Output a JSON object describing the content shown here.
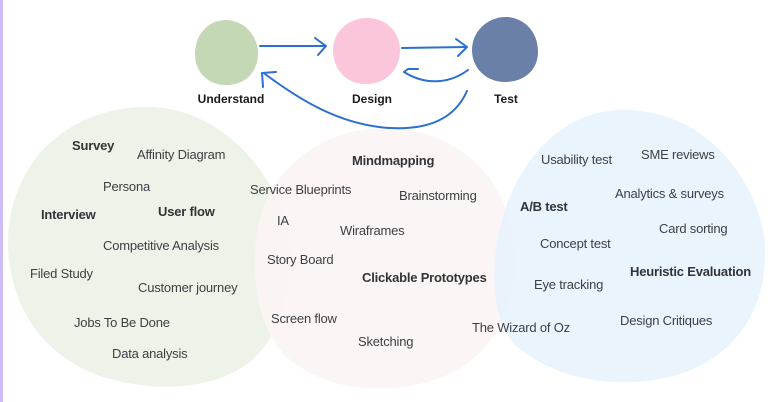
{
  "colors": {
    "understand": "#c4d8b6",
    "design": "#fbc6dc",
    "test": "#6b80a8",
    "arrow": "#2a6fd2",
    "understand_zone": "#edf3e8",
    "design_zone": "#fcf3f3",
    "test_zone": "#e8f3fd",
    "text": "#3d3f44"
  },
  "stages": [
    {
      "id": "understand",
      "label": "Understand"
    },
    {
      "id": "design",
      "label": "Design"
    },
    {
      "id": "test",
      "label": "Test"
    }
  ],
  "flow": [
    {
      "from": "Understand",
      "to": "Design",
      "type": "forward"
    },
    {
      "from": "Design",
      "to": "Test",
      "type": "forward"
    },
    {
      "from": "Test",
      "to": "Design",
      "type": "feedback"
    },
    {
      "from": "Test",
      "to": "Understand",
      "type": "feedback"
    }
  ],
  "zones": {
    "understand": {
      "methods": [
        {
          "label": "Survey",
          "bold": true
        },
        {
          "label": "Affinity Diagram",
          "bold": false
        },
        {
          "label": "Persona",
          "bold": false
        },
        {
          "label": "Interview",
          "bold": true
        },
        {
          "label": "User flow",
          "bold": true
        },
        {
          "label": "Competitive Analysis",
          "bold": false
        },
        {
          "label": "Filed Study",
          "bold": false
        },
        {
          "label": "Customer journey",
          "bold": false
        },
        {
          "label": "Jobs To Be Done",
          "bold": false
        },
        {
          "label": "Data analysis",
          "bold": false
        }
      ]
    },
    "design": {
      "methods": [
        {
          "label": "Mindmapping",
          "bold": true
        },
        {
          "label": "Service Blueprints",
          "bold": false
        },
        {
          "label": "Brainstorming",
          "bold": false
        },
        {
          "label": "IA",
          "bold": false
        },
        {
          "label": "Wiraframes",
          "bold": false
        },
        {
          "label": "Story Board",
          "bold": false
        },
        {
          "label": "Clickable Prototypes",
          "bold": true
        },
        {
          "label": "Screen flow",
          "bold": false
        },
        {
          "label": "Sketching",
          "bold": false
        }
      ]
    },
    "test": {
      "methods": [
        {
          "label": "Usability test",
          "bold": false
        },
        {
          "label": "SME reviews",
          "bold": false
        },
        {
          "label": "Analytics & surveys",
          "bold": false
        },
        {
          "label": "A/B test",
          "bold": true
        },
        {
          "label": "Card sorting",
          "bold": false
        },
        {
          "label": "Concept test",
          "bold": false
        },
        {
          "label": "Heuristic Evaluation",
          "bold": true
        },
        {
          "label": "Eye tracking",
          "bold": false
        },
        {
          "label": "The Wizard of Oz",
          "bold": false
        },
        {
          "label": "Design Critiques",
          "bold": false
        }
      ]
    }
  }
}
